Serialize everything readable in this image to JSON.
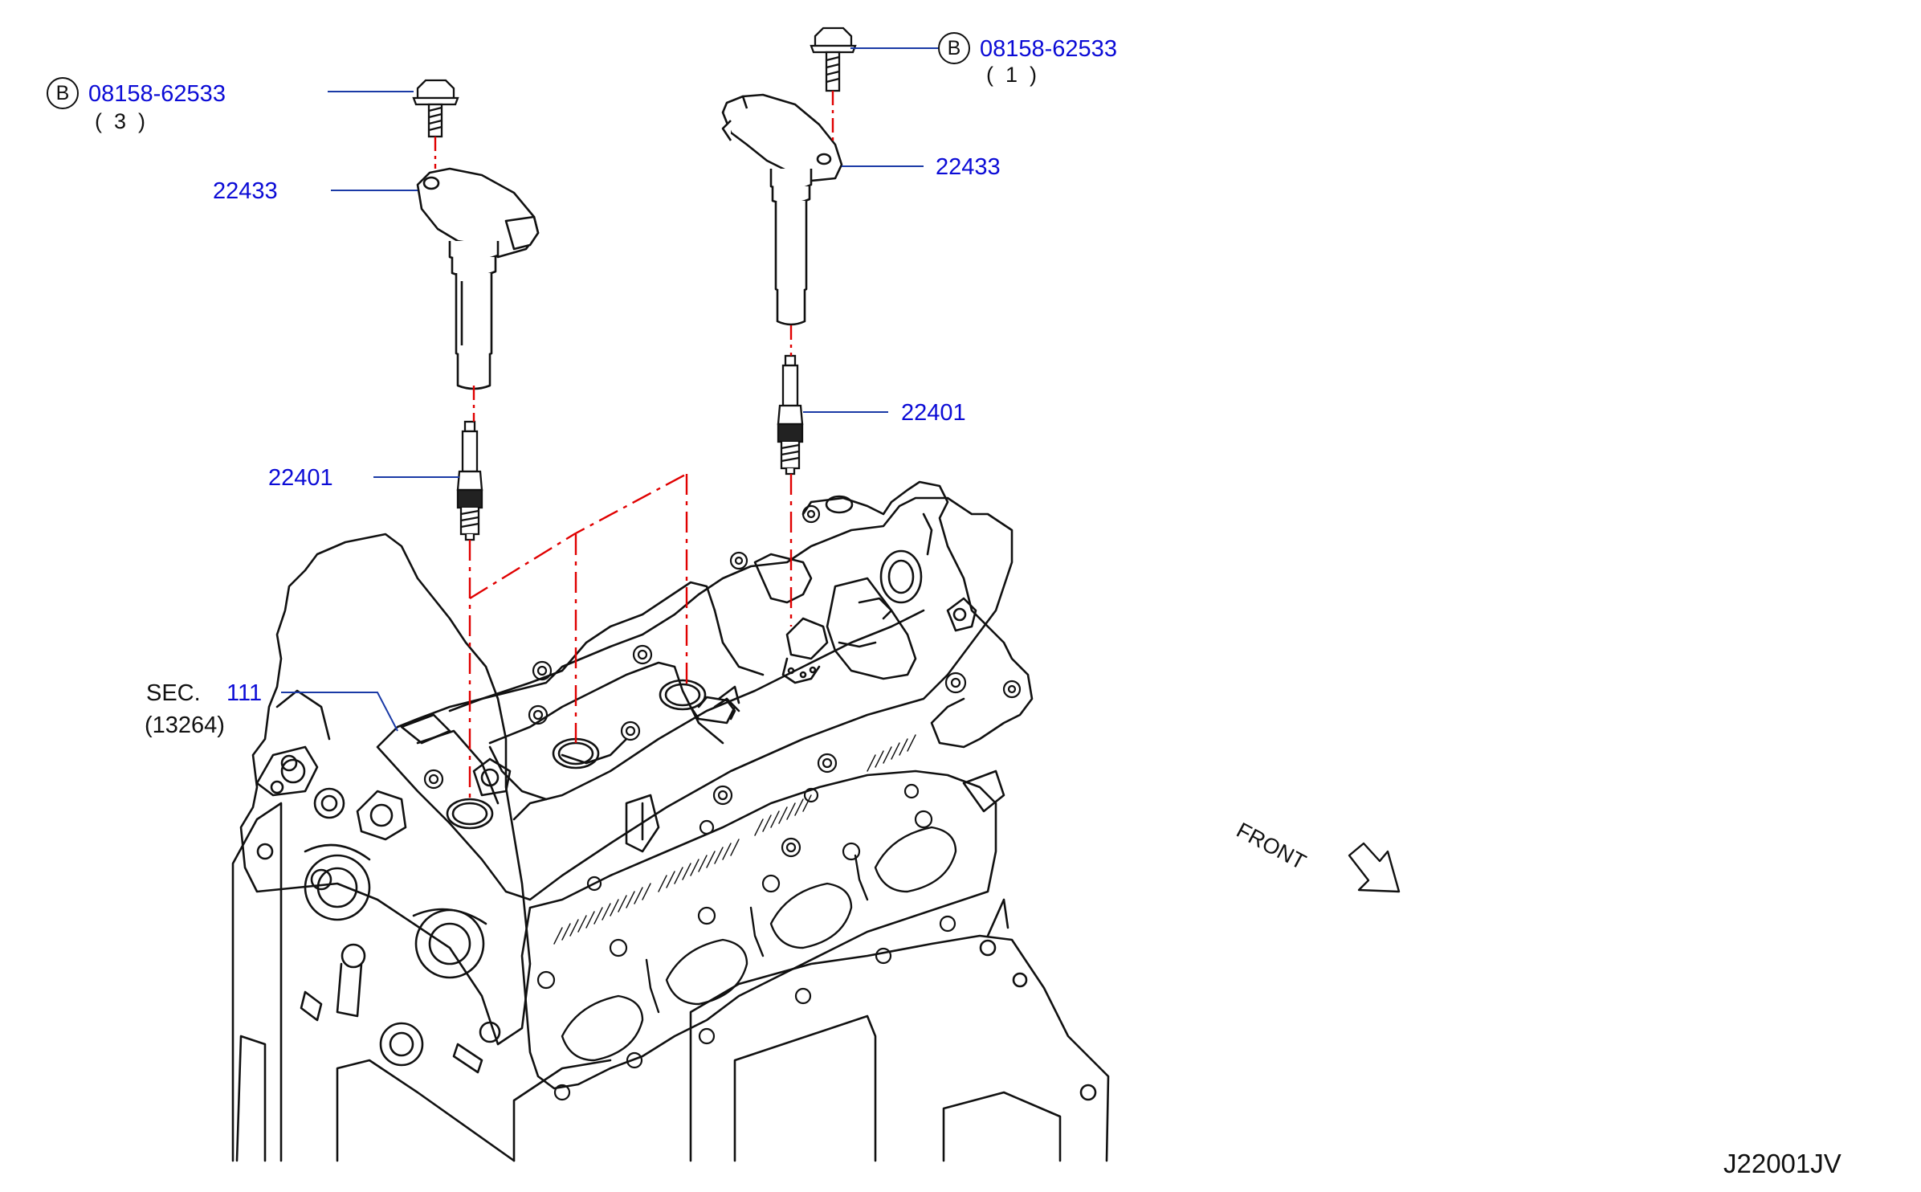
{
  "callouts": {
    "bolt_left": {
      "badge": "B",
      "part": "08158-62533",
      "qty": "(  3  )"
    },
    "bolt_right": {
      "badge": "B",
      "part": "08158-62533",
      "qty": "(  1  )"
    },
    "coil_left": "22433",
    "coil_right": "22433",
    "plug_left": "22401",
    "plug_right": "22401",
    "section": {
      "prefix": "SEC.",
      "number": "111",
      "sub": "(13264)"
    },
    "front": "FRONT"
  },
  "diagram_code": "J22001JV",
  "colors": {
    "ink": "#111111",
    "callout_text": "#0b0bd6",
    "leader_line": "#1a3aa6",
    "center_line": "#e00000"
  }
}
